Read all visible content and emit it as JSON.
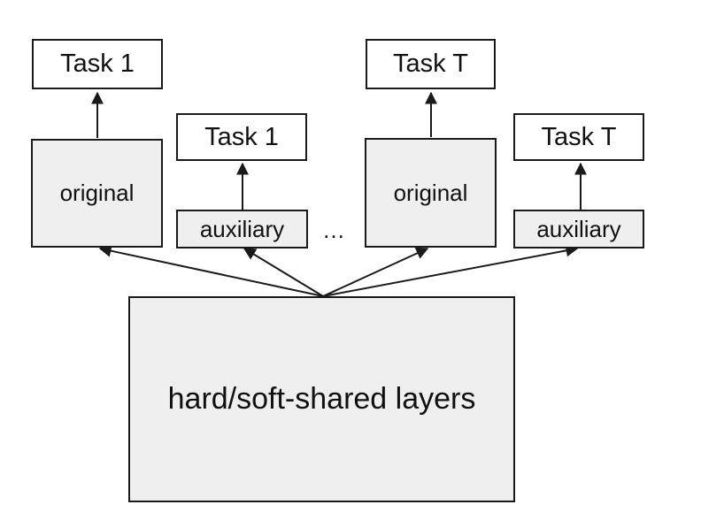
{
  "diagram": {
    "task_boxes": [
      {
        "label": "Task 1"
      },
      {
        "label": "Task 1"
      },
      {
        "label": "Task T"
      },
      {
        "label": "Task T"
      }
    ],
    "original_boxes": [
      {
        "label": "original"
      },
      {
        "label": "original"
      }
    ],
    "auxiliary_boxes": [
      {
        "label": "auxiliary"
      },
      {
        "label": "auxiliary"
      }
    ],
    "ellipsis": "…",
    "shared_layers": {
      "label": "hard/soft-shared layers"
    },
    "colors": {
      "stroke": "#1a1a1a",
      "module_fill": "#efefef",
      "task_fill": "#ffffff"
    }
  }
}
